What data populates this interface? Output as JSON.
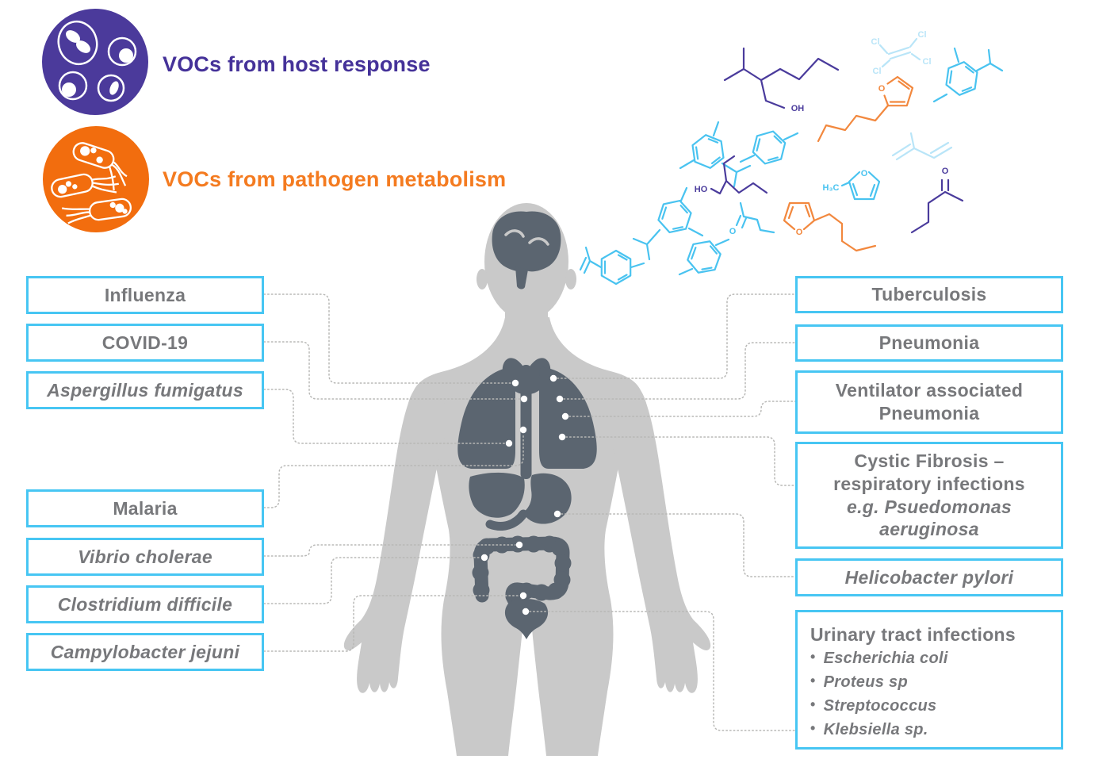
{
  "ui": {
    "bullet": "•"
  },
  "legend": {
    "host": {
      "label": "VOCs from host response",
      "text_color": "#453299",
      "circle_color": "#4b3a9b",
      "icon": "host-cells-icon"
    },
    "pathogen": {
      "label": "VOCs from pathogen metabolism",
      "text_color": "#f47b20",
      "circle_color": "#f26d0e",
      "icon": "pathogen-bacteria-icon"
    }
  },
  "left_boxes": [
    {
      "label": "Influenza",
      "italic": false
    },
    {
      "label": "COVID-19",
      "italic": false
    },
    {
      "label": "Aspergillus fumigatus",
      "italic": true
    },
    {
      "label": "Malaria",
      "italic": false
    },
    {
      "label": "Vibrio cholerae",
      "italic": true
    },
    {
      "label": "Clostridium difficile",
      "italic": true
    },
    {
      "label": "Campylobacter jejuni",
      "italic": true
    }
  ],
  "right_boxes": [
    {
      "label": "Tuberculosis"
    },
    {
      "label": "Pneumonia"
    },
    {
      "lines": [
        "Ventilator associated",
        "Pneumonia"
      ]
    },
    {
      "lines": [
        "Cystic Fibrosis –",
        "respiratory infections",
        "e.g. Psuedomonas",
        "aeruginosa"
      ]
    },
    {
      "label": "Helicobacter pylori"
    },
    {
      "title": "Urinary tract infections",
      "bullets": [
        "Escherichia coli",
        "Proteus sp",
        "Streptococcus",
        "Klebsiella sp."
      ]
    }
  ],
  "molecules": {
    "names": [
      "2-ethyl-1-hexanol",
      "tetrachloroethylene",
      "o-cymene",
      "2-pentylfuran",
      "m-cymene",
      "p-xylene",
      "isoprene",
      "2-ethyl-1-hexanol",
      "2-methylfuran",
      "butanone",
      "p-cymene",
      "butanone",
      "2-pentylfuran",
      "p-xylene",
      "limonene"
    ],
    "atoms": {
      "oh": "OH",
      "ho": "HO",
      "cl": "Cl",
      "o": "O",
      "h3c": "H₃C"
    }
  },
  "colors": {
    "box_border": "#47c6f3",
    "box_text": "#77787b",
    "mol_cyan": "#49c3f0",
    "mol_pale": "#b9e5f8",
    "mol_purple": "#4a3b9c",
    "mol_orange": "#f2883e",
    "body": "#c9c9c9",
    "organs": "#5b6570",
    "dotted_line": "#b8b8b6",
    "dot": "#ffffff"
  }
}
